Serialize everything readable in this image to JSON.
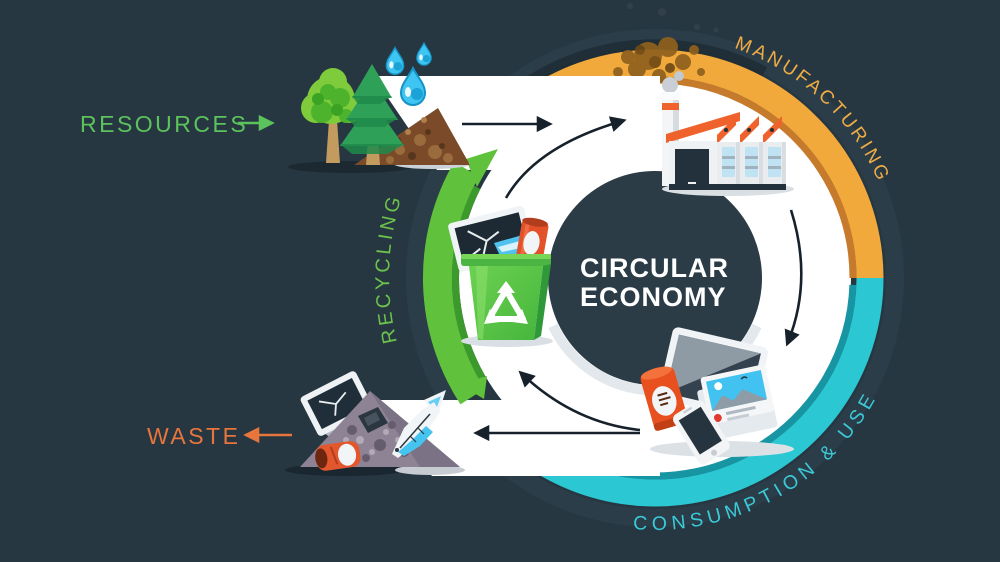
{
  "scene": {
    "background_color": "#263742",
    "title_line1": "CIRCULAR",
    "title_line2": "ECONOMY"
  },
  "labels": {
    "resources": "RESOURCES",
    "waste": "WASTE",
    "recycling": "RECYCLING",
    "manufacturing": "MANUFACTURING",
    "consumption_use": "CONSUMPTION & USE"
  },
  "colors": {
    "background": "#263742",
    "inner_circle": "#2B3C47",
    "ring_white": "#FFFFFF",
    "manufacturing_arc": "#F2A93C",
    "manufacturing_arc_edge": "#C67A2B",
    "consumption_arc": "#2BC7D2",
    "consumption_arc_edge": "#1795A3",
    "recycling_arc": "#5FC13C",
    "recycling_arc_edge": "#3C9A2C",
    "title_text": "#FFFFFF",
    "resources_text": "#5CC35C",
    "waste_text": "#E8753C",
    "manufacturing_text": "#F0AC44",
    "consumption_text": "#3BC9D8",
    "recycling_text": "#6CC24A",
    "flow_arrow": "#16212B",
    "smoke_stain": "#8F611E"
  },
  "icons": {
    "resources": "trees-soil-water-drops",
    "manufacturing": "factory",
    "consumption": "electronic-devices",
    "recycling": "recycle-bin",
    "waste": "waste-pile",
    "pollution": "smoke-stain"
  }
}
